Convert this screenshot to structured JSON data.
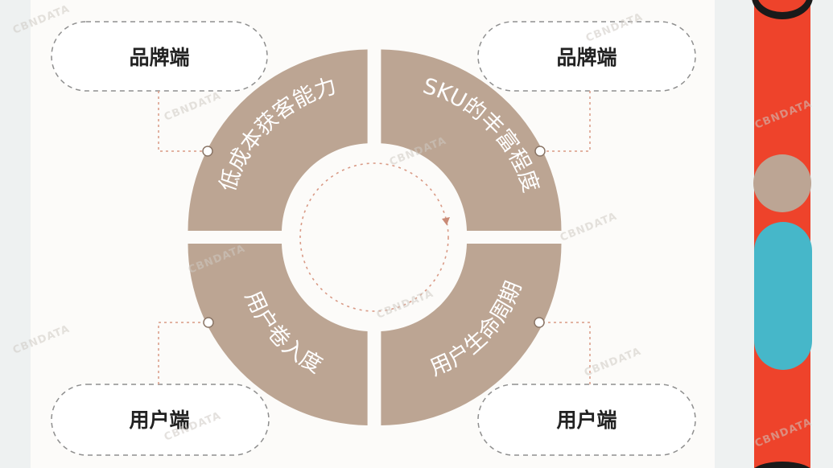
{
  "boxes": {
    "top_left": "品牌端",
    "top_right": "品牌端",
    "bottom_left": "用户端",
    "bottom_right": "用户端"
  },
  "segments": {
    "top_left": "低成本获客能力",
    "top_right": "SKU的丰富程度",
    "bottom_left": "用户卷入度",
    "bottom_right": "用户生命周期"
  },
  "watermark": "CBNDATA",
  "colors": {
    "ring": "#bca593",
    "connector": "#d99a86",
    "box_border": "#8f8f8f",
    "side_bar": "#ee432b",
    "side_beige": "#bca594",
    "side_blue": "#46b7c9"
  }
}
